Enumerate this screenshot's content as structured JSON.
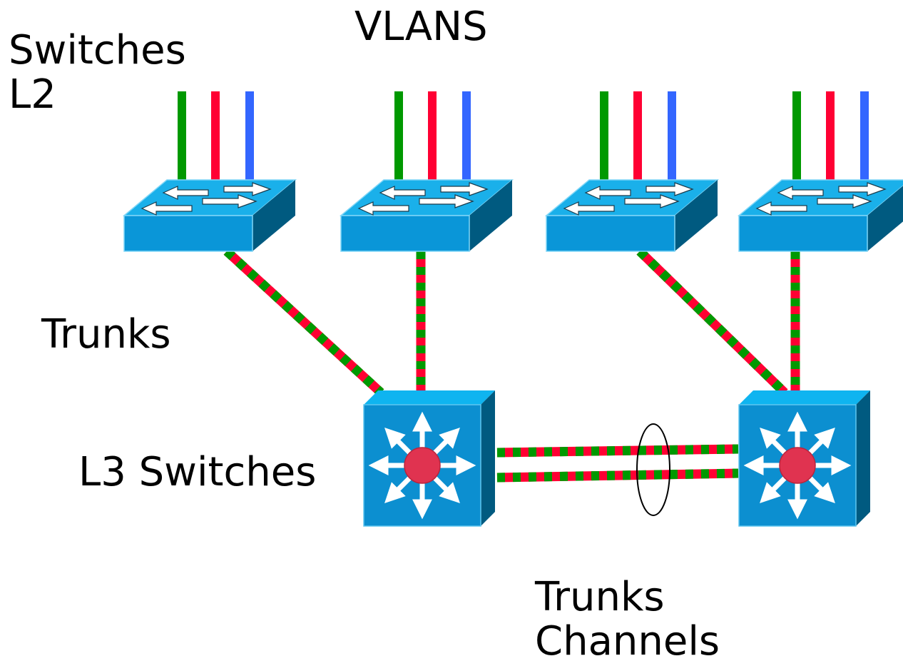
{
  "labels": {
    "vlans": "VLANS",
    "switches_l2_line1": "Switches",
    "switches_l2_line2": "L2",
    "trunks": "Trunks",
    "l3_switches": "L3 Switches",
    "trunks_channels_line1": "Trunks",
    "trunks_channels_line2": "Channels"
  },
  "colors": {
    "vlan_green": "#009900",
    "vlan_red": "#ff0033",
    "vlan_blue": "#3366ff",
    "switch_top": "#1ab0ea",
    "switch_front": "#0a96d8",
    "switch_side": "#005a80",
    "l3_front": "#0c8fd0",
    "router_dot": "#e03350",
    "trunk_a": "#ff0033",
    "trunk_b": "#009900"
  },
  "icons": {
    "l2_switch": "l2-switch-icon",
    "l3_switch": "l3-switch-icon",
    "channel": "ether-channel-ellipse-icon"
  }
}
